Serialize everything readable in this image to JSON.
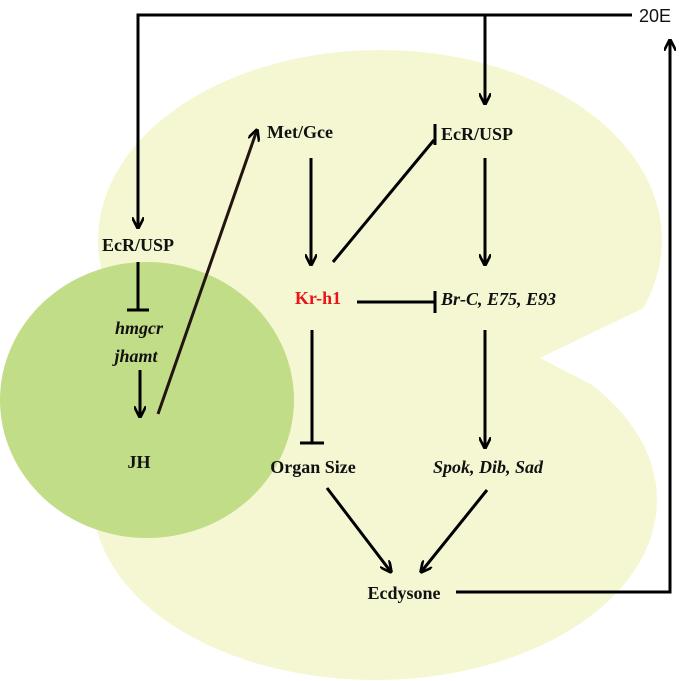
{
  "colors": {
    "cell_region": "#f5f7d3",
    "ca_region": "#c2dd88",
    "highlight": "#e8141a",
    "line": "#000000"
  },
  "nodes": {
    "hormone_20e": "20E",
    "met_gce": "Met/Gce",
    "ecr_usp_top": "EcR/USP",
    "ecr_usp_left": "EcR/USP",
    "kr_h1": "Kr-h1",
    "br_c": "Br-C, E75, E93",
    "hmgcr": "hmgcr",
    "jhamt": "jhamt",
    "jh": "JH",
    "organ_size": "Organ Size",
    "spok_dib_sad": "Spok, Dib, Sad",
    "ecdysone": "Ecdysone"
  },
  "edges": [
    {
      "from": "20E",
      "to": "EcR/USP (left)",
      "type": "activation"
    },
    {
      "from": "20E",
      "to": "EcR/USP (top)",
      "type": "activation"
    },
    {
      "from": "EcR/USP (left)",
      "to": "hmgcr",
      "type": "inhibition"
    },
    {
      "from": "jhamt",
      "to": "JH",
      "type": "activation"
    },
    {
      "from": "JH",
      "to": "Met/Gce",
      "type": "activation"
    },
    {
      "from": "Met/Gce",
      "to": "Kr-h1",
      "type": "activation"
    },
    {
      "from": "Kr-h1",
      "to": "EcR/USP (top)",
      "type": "inhibition"
    },
    {
      "from": "EcR/USP (top)",
      "to": "Br-C, E75, E93",
      "type": "activation"
    },
    {
      "from": "Kr-h1",
      "to": "Br-C, E75, E93",
      "type": "inhibition"
    },
    {
      "from": "Kr-h1",
      "to": "Organ Size",
      "type": "inhibition"
    },
    {
      "from": "Br-C, E75, E93",
      "to": "Spok, Dib, Sad",
      "type": "activation"
    },
    {
      "from": "Organ Size",
      "to": "Ecdysone",
      "type": "activation"
    },
    {
      "from": "Spok, Dib, Sad",
      "to": "Ecdysone",
      "type": "activation"
    },
    {
      "from": "Ecdysone",
      "to": "20E",
      "type": "activation"
    }
  ]
}
